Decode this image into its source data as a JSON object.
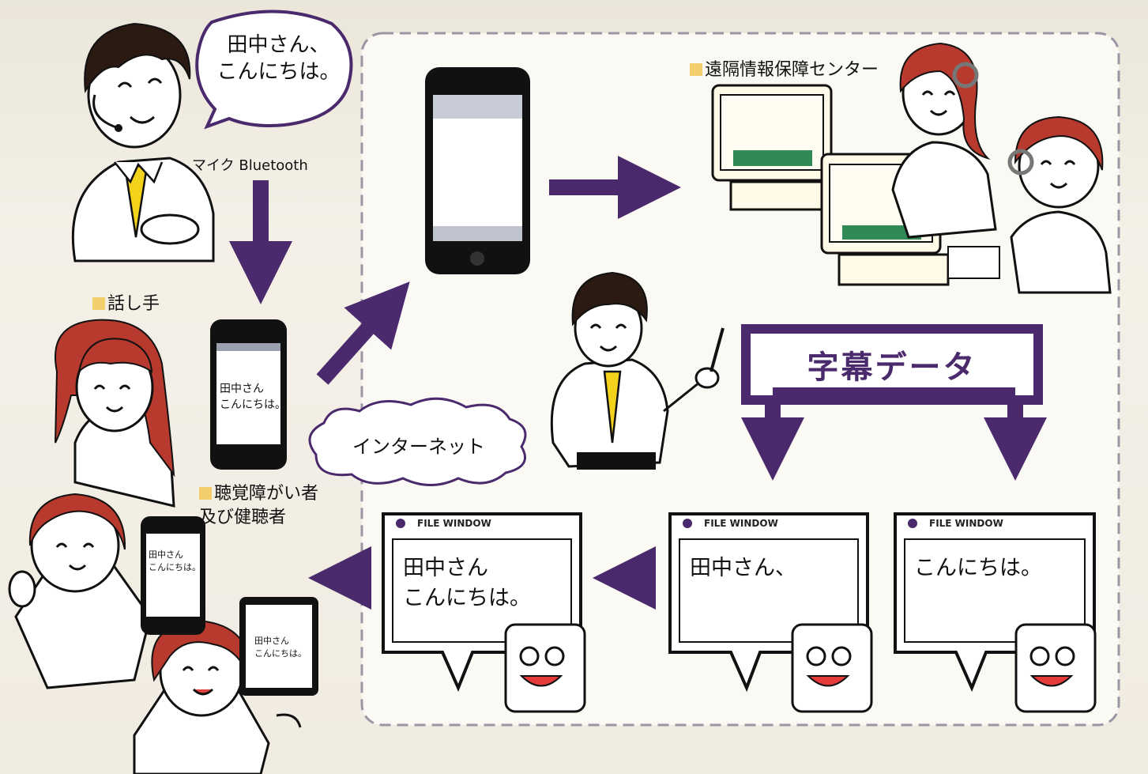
{
  "speech_bubble": "田中さん、\nこんにちは。",
  "mic_label": "マイク Bluetooth",
  "speaker_label": "話し手",
  "center_label": "遠隔情報保障センター",
  "caption_data_label": "字幕データ",
  "internet_label": "インターネット",
  "listener_label": "聴覚障がい者\n及び健聴者",
  "phone_caption": "田中さん\nこんにちは。",
  "tablet_caption": "田中さん\nこんにちは。",
  "windows": [
    {
      "title": "FILE  WINDOW",
      "text": "田中さん\nこんにちは。"
    },
    {
      "title": "FILE  WINDOW",
      "text": "田中さん、"
    },
    {
      "title": "FILE  WINDOW",
      "text": "こんにちは。"
    }
  ],
  "colors": {
    "arrow": "#4a2a6c",
    "tie": "#f2d21b",
    "hair_female": "#b83a2e",
    "hair_male": "#2a1a12",
    "monitor_green": "#2f8a55",
    "label_square": "#f2cf6a"
  }
}
